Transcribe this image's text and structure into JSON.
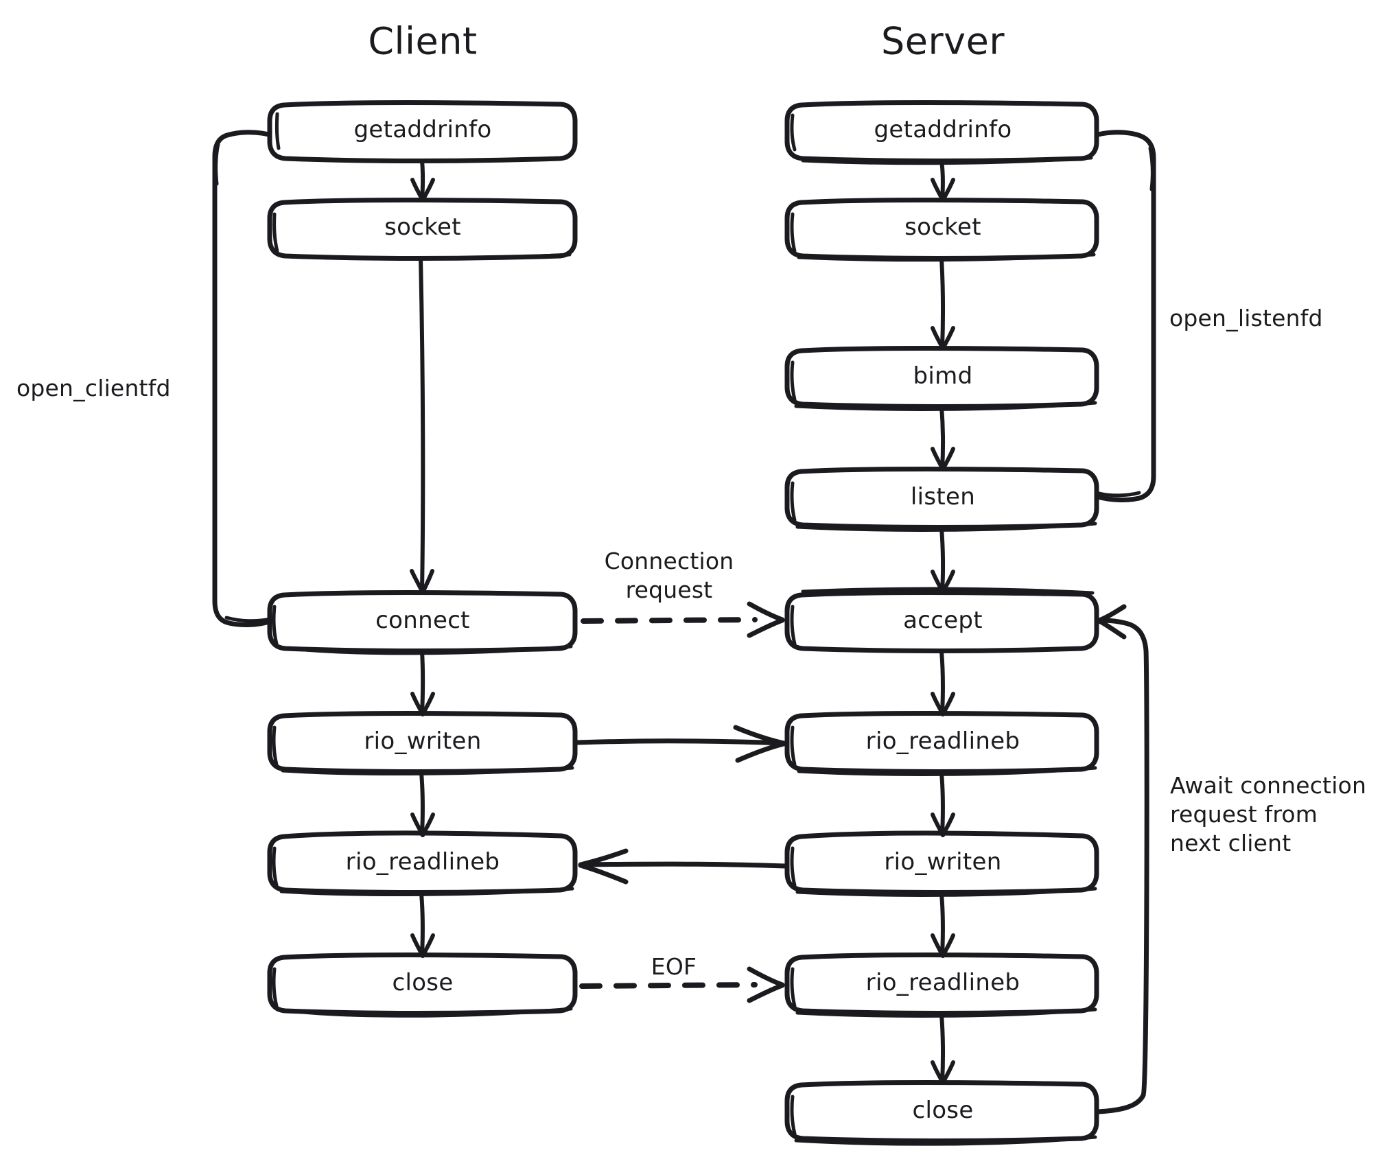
{
  "diagram": {
    "title_client": "Client",
    "title_server": "Server",
    "background_color": "#ffffff",
    "stroke_color": "#1b1b1f",
    "style": "hand-drawn",
    "columns": [
      {
        "id": "client",
        "title": "Client",
        "nodes": [
          {
            "id": "client-getaddrinfo",
            "label": "getaddrinfo"
          },
          {
            "id": "client-socket",
            "label": "socket"
          },
          {
            "id": "client-connect",
            "label": "connect"
          },
          {
            "id": "client-rio-writen",
            "label": "rio_writen"
          },
          {
            "id": "client-rio-readlineb",
            "label": "rio_readlineb"
          },
          {
            "id": "client-close",
            "label": "close"
          }
        ]
      },
      {
        "id": "server",
        "title": "Server",
        "nodes": [
          {
            "id": "server-getaddrinfo",
            "label": "getaddrinfo"
          },
          {
            "id": "server-socket",
            "label": "socket"
          },
          {
            "id": "server-bind",
            "label": "bimd"
          },
          {
            "id": "server-listen",
            "label": "listen"
          },
          {
            "id": "server-accept",
            "label": "accept"
          },
          {
            "id": "server-rio-readlineb-1",
            "label": "rio_readlineb"
          },
          {
            "id": "server-rio-writen",
            "label": "rio_writen"
          },
          {
            "id": "server-rio-readlineb-2",
            "label": "rio_readlineb"
          },
          {
            "id": "server-close",
            "label": "close"
          }
        ]
      }
    ],
    "annotations": [
      {
        "id": "open-clientfd",
        "label": "open_clientfd",
        "side": "left"
      },
      {
        "id": "open-listenfd",
        "label": "open_listenfd",
        "side": "right"
      },
      {
        "id": "connection-request",
        "label": "Connection\nrequest",
        "side": "center"
      },
      {
        "id": "eof",
        "label": "EOF",
        "side": "center"
      },
      {
        "id": "await-connection",
        "label": "Await connection\nrequest from\nnext client",
        "side": "right"
      }
    ],
    "edges": [
      {
        "from": "client-getaddrinfo",
        "to": "client-socket",
        "kind": "solid-arrow"
      },
      {
        "from": "client-socket",
        "to": "client-connect",
        "kind": "solid-arrow"
      },
      {
        "from": "client-connect",
        "to": "client-rio-writen",
        "kind": "solid-arrow"
      },
      {
        "from": "client-rio-writen",
        "to": "client-rio-readlineb",
        "kind": "solid-arrow"
      },
      {
        "from": "client-rio-readlineb",
        "to": "client-close",
        "kind": "solid-arrow"
      },
      {
        "from": "client-getaddrinfo",
        "to": "client-connect",
        "kind": "bracket",
        "label": "open_clientfd"
      },
      {
        "from": "server-getaddrinfo",
        "to": "server-socket",
        "kind": "solid-arrow"
      },
      {
        "from": "server-socket",
        "to": "server-bind",
        "kind": "solid-arrow"
      },
      {
        "from": "server-bind",
        "to": "server-listen",
        "kind": "solid-arrow"
      },
      {
        "from": "server-listen",
        "to": "server-accept",
        "kind": "solid-arrow"
      },
      {
        "from": "server-accept",
        "to": "server-rio-readlineb-1",
        "kind": "solid-arrow"
      },
      {
        "from": "server-rio-readlineb-1",
        "to": "server-rio-writen",
        "kind": "solid-arrow"
      },
      {
        "from": "server-rio-writen",
        "to": "server-rio-readlineb-2",
        "kind": "solid-arrow"
      },
      {
        "from": "server-rio-readlineb-2",
        "to": "server-close",
        "kind": "solid-arrow"
      },
      {
        "from": "server-getaddrinfo",
        "to": "server-listen",
        "kind": "bracket",
        "label": "open_listenfd"
      },
      {
        "from": "client-connect",
        "to": "server-accept",
        "kind": "dashed-arrow",
        "label": "Connection request"
      },
      {
        "from": "client-rio-writen",
        "to": "server-rio-readlineb-1",
        "kind": "solid-arrow"
      },
      {
        "from": "server-rio-writen",
        "to": "client-rio-readlineb",
        "kind": "solid-arrow"
      },
      {
        "from": "client-close",
        "to": "server-rio-readlineb-2",
        "kind": "dashed-arrow",
        "label": "EOF"
      },
      {
        "from": "server-close",
        "to": "server-accept",
        "kind": "solid-arrow",
        "label": "Await connection request from next client"
      }
    ]
  }
}
